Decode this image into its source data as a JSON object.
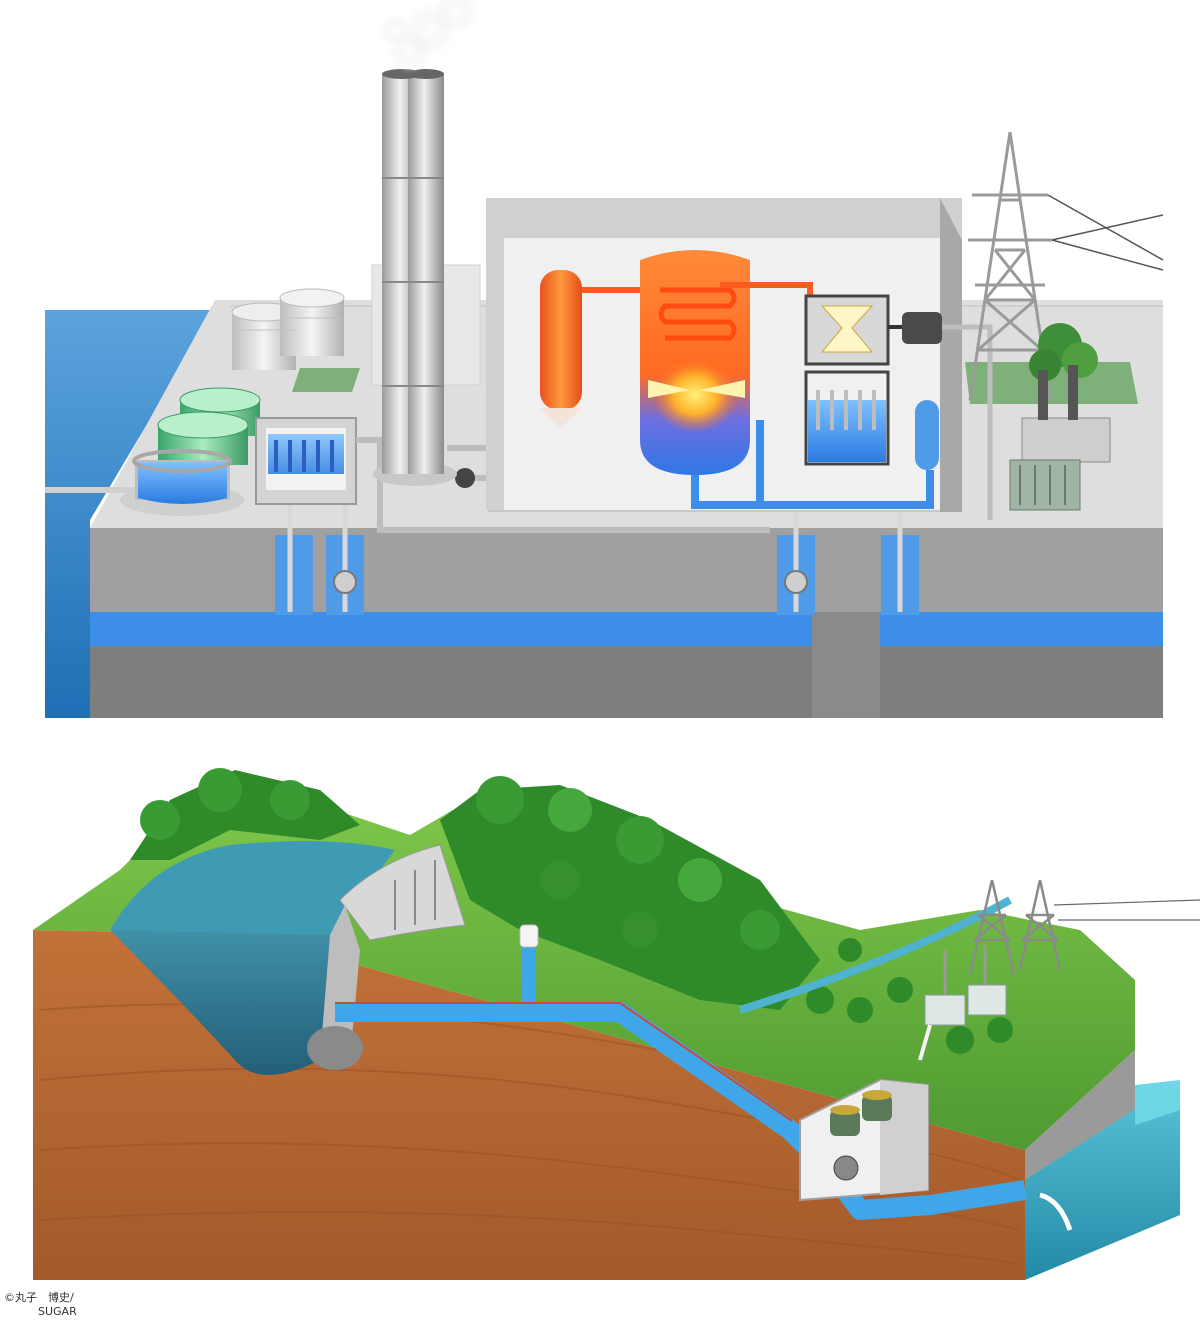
{
  "credit": {
    "line1": "©丸子　博史/",
    "line2": "SUGAR"
  },
  "colors": {
    "sea": "#2f7fc4",
    "ground_top": "#dcdcdc",
    "ground_face": "#8f8f8f",
    "water_pipe": "#3d8ee8",
    "steam_pipe": "#ff5a1f",
    "boiler": "#ff7a2a",
    "flame": "#ffd23a",
    "grass": "#5fae3a",
    "forest": "#2f8a2a",
    "soil": "#b86a34",
    "reservoir": "#2f7f9a",
    "penstock": "#3fa6ea",
    "tank_green": "#6fcf90",
    "tank_grey": "#d8d8d8"
  },
  "diagrams": {
    "thermal": {
      "components": [
        "ocean",
        "oil-tanks",
        "fuel-tanks",
        "intake-pool",
        "condenser",
        "chimney",
        "turbine-hall",
        "boiler",
        "steam-drum",
        "turbine",
        "generator",
        "cooling-tank",
        "transmission-tower",
        "transformer",
        "underground-water-channel"
      ]
    },
    "hydro": {
      "components": [
        "reservoir",
        "dam",
        "surge-tank",
        "penstock",
        "forest",
        "powerhouse",
        "generators",
        "tailrace",
        "river-outlet",
        "substation",
        "transmission-towers"
      ]
    }
  }
}
